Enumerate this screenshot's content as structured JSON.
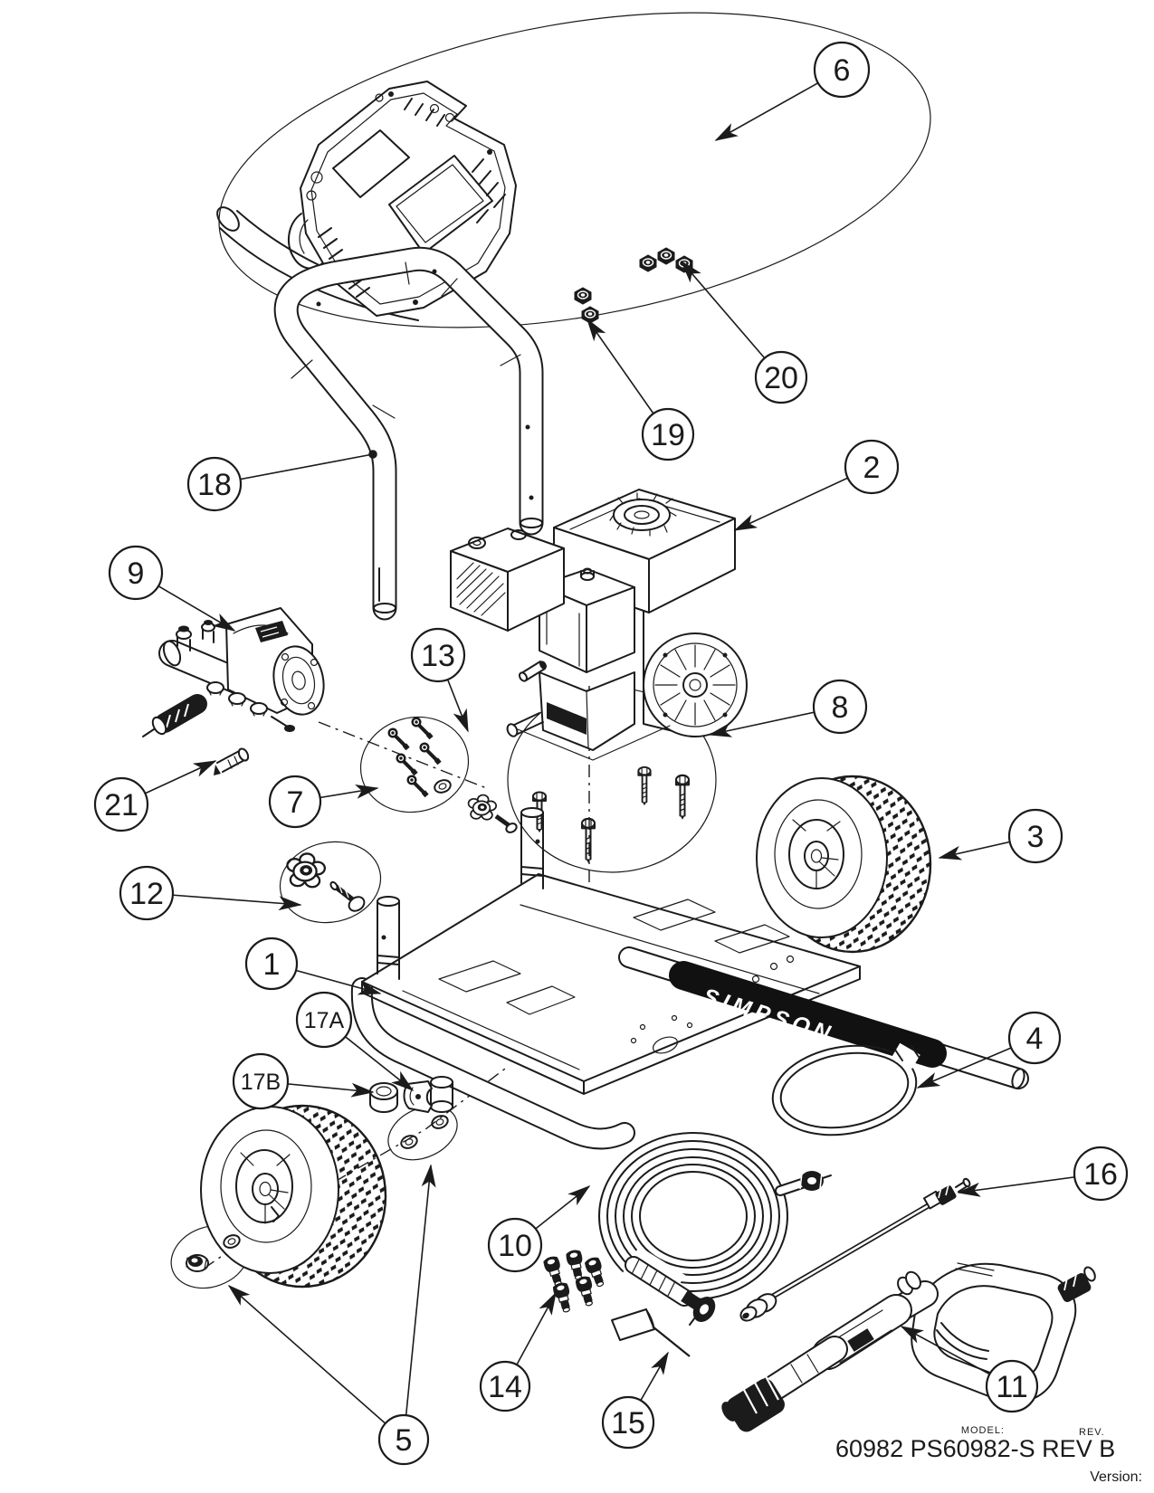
{
  "diagram": {
    "brand_label": "SIMPSON",
    "title_block": {
      "model_label": "MODEL:",
      "model_value": "60982 PS60982-S REV B",
      "rev_label": "REV.",
      "version_label": "Version:"
    },
    "callouts": {
      "c1": "1",
      "c2": "2",
      "c3": "3",
      "c4": "4",
      "c5": "5",
      "c6": "6",
      "c7": "7",
      "c8": "8",
      "c9": "9",
      "c10": "10",
      "c11": "11",
      "c12": "12",
      "c13": "13",
      "c14": "14",
      "c15": "15",
      "c16": "16",
      "c17a": "17A",
      "c17b": "17B",
      "c18": "18",
      "c19": "19",
      "c20": "20",
      "c21": "21"
    }
  }
}
